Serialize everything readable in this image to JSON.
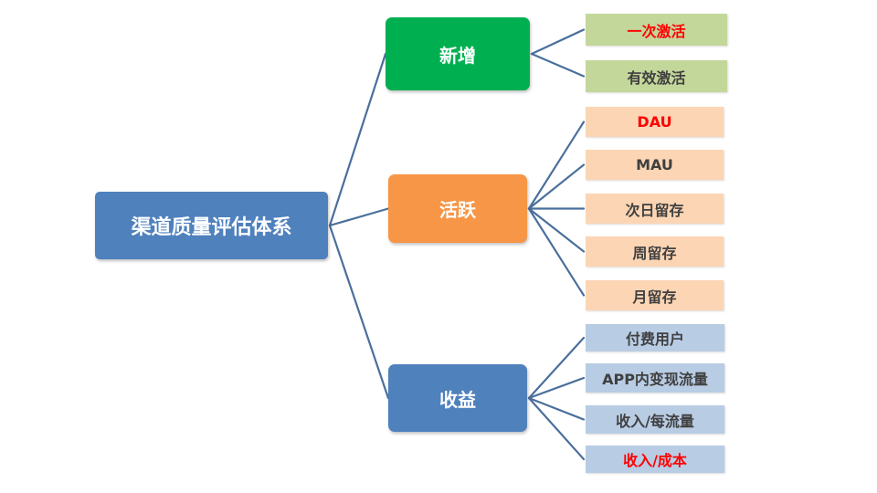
{
  "colors": {
    "root_fill": "#4f81bd",
    "connector": "#4a6f9c",
    "text_dark": "#404040",
    "text_highlight": "#ff0000"
  },
  "root": {
    "label": "渠道质量评估体系"
  },
  "categories": [
    {
      "id": "new",
      "label": "新增",
      "fill": "#00b050",
      "leaf_fill": "#c4d79b",
      "leaves": [
        {
          "label": "一次激活",
          "highlight": true
        },
        {
          "label": "有效激活",
          "highlight": false
        }
      ]
    },
    {
      "id": "active",
      "label": "活跃",
      "fill": "#f79646",
      "leaf_fill": "#fcd5b4",
      "leaves": [
        {
          "label": "DAU",
          "highlight": true
        },
        {
          "label": "MAU",
          "highlight": false
        },
        {
          "label": "次日留存",
          "highlight": false
        },
        {
          "label": "周留存",
          "highlight": false
        },
        {
          "label": "月留存",
          "highlight": false
        }
      ]
    },
    {
      "id": "revenue",
      "label": "收益",
      "fill": "#4f81bd",
      "leaf_fill": "#b8cce4",
      "leaves": [
        {
          "label": "付费用户",
          "highlight": false
        },
        {
          "label": "APP内变现流量",
          "highlight": false
        },
        {
          "label": "收入/每流量",
          "highlight": false
        },
        {
          "label": "收入/成本",
          "highlight": true
        }
      ]
    }
  ]
}
